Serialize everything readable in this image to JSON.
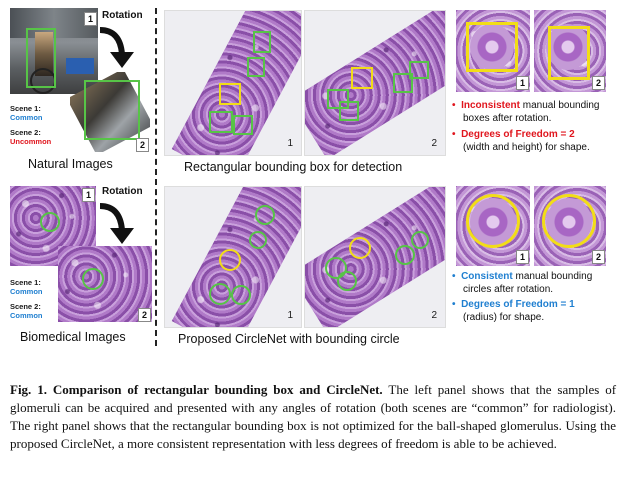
{
  "top_row": {
    "rotation_label": "Rotation",
    "badge_1": "1",
    "badge_2": "2",
    "scene1_label": "Scene 1:",
    "scene1_value": "Common",
    "scene2_label": "Scene 2:",
    "scene2_value": "Uncommon",
    "left_caption": "Natural Images",
    "middle_caption": "Rectangular bounding box for detection",
    "bullet1_highlight": "Inconsistent",
    "bullet1_rest_line1": " manual bounding",
    "bullet1_line2": "boxes after rotation.",
    "bullet2_highlight": "Degrees of Freedom = 2",
    "bullet2_line2": "(width and height) for shape."
  },
  "bottom_row": {
    "rotation_label": "Rotation",
    "badge_1": "1",
    "badge_2": "2",
    "scene1_label": "Scene 1:",
    "scene1_value": "Common",
    "scene2_label": "Scene 2:",
    "scene2_value": "Common",
    "left_caption": "Biomedical Images",
    "middle_caption": "Proposed CircleNet with bounding circle",
    "bullet1_highlight": "Consistent",
    "bullet1_rest_line1": " manual bounding",
    "bullet1_line2": "circles after rotation.",
    "bullet2_highlight": "Degrees of Freedom = 1",
    "bullet2_line2": "(radius) for shape."
  },
  "caption": {
    "fig_label": "Fig. 1.",
    "bold_title": "Comparison of rectangular bounding box and CircleNet.",
    "body": "The left panel shows that the samples of glomeruli can be acquired and presented with any angles of rotation (both scenes are “common” for radiologist). The right panel shows that the rectangular bounding box is not optimized for the ball-shaped glomerulus. Using the proposed CircleNet, a more consistent representation with less degrees of freedom is able to be achieved."
  },
  "colors": {
    "green_box": "#57c447",
    "yellow_box": "#f2dd17",
    "red_text": "#e0161e",
    "blue_text": "#1f7fd0"
  }
}
